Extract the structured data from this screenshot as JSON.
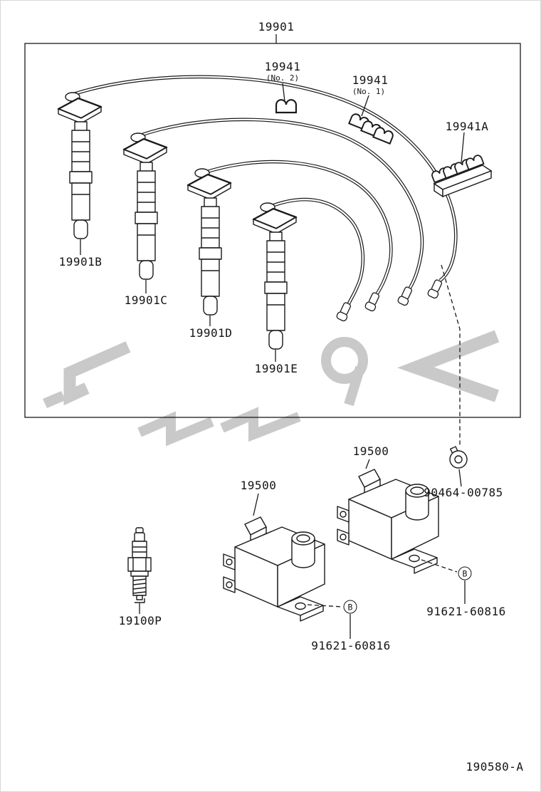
{
  "page": {
    "background": "#ffffff",
    "doc_number": "190580-A"
  },
  "colors": {
    "line": "#1a1a1a",
    "watermark": "#c9c9c9"
  },
  "parts": {
    "assembly": {
      "label": "19901"
    },
    "clamp_no2": {
      "label": "19941",
      "note": "(No. 2)"
    },
    "clamp_no1": {
      "label": "19941",
      "note": "(No. 1)"
    },
    "clamp_bracket": {
      "label": "19941A"
    },
    "plug_wire_b": {
      "label": "19901B"
    },
    "plug_wire_c": {
      "label": "19901C"
    },
    "plug_wire_d": {
      "label": "19901D"
    },
    "plug_wire_e": {
      "label": "19901E"
    },
    "ignition_coil_left": {
      "label": "19500"
    },
    "ignition_coil_right": {
      "label": "19500"
    },
    "coil_clamp": {
      "label": "90464-00785"
    },
    "spark_plug": {
      "label": "19100P"
    },
    "bolt_left": {
      "label": "91621-60816",
      "marker": "B"
    },
    "bolt_right": {
      "label": "91621-60816",
      "marker": "B"
    }
  }
}
